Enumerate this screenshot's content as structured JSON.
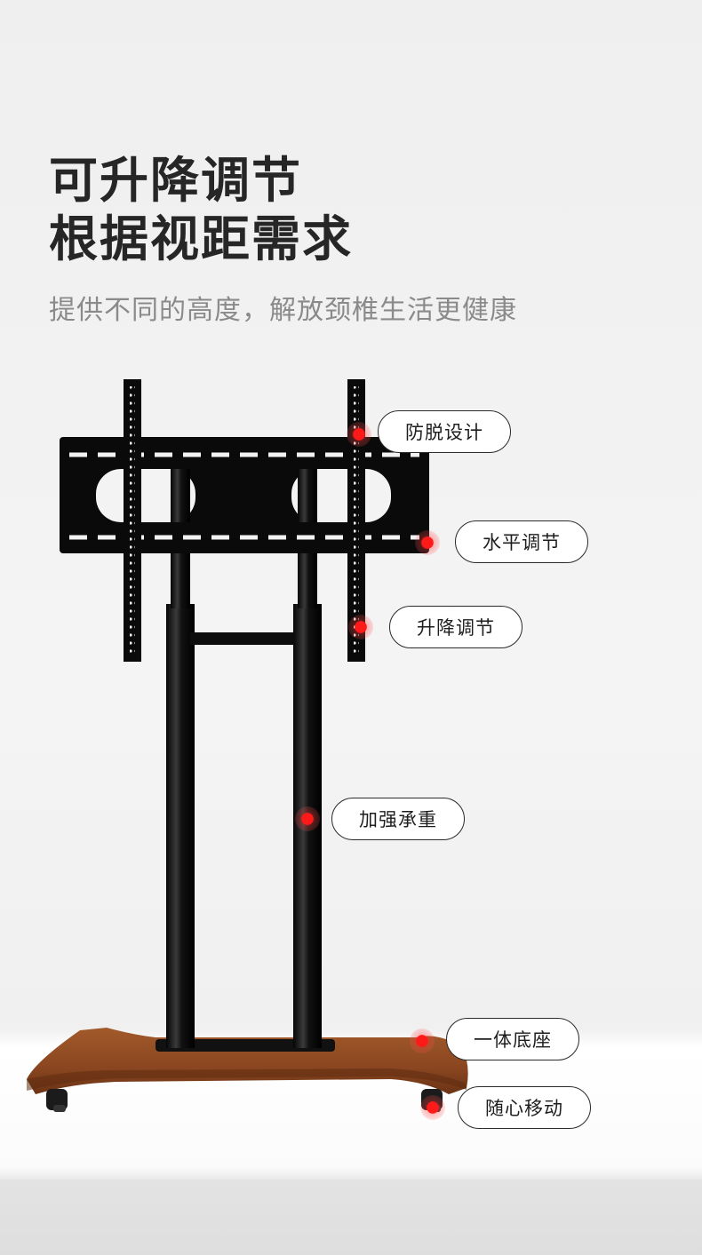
{
  "headline": {
    "line1": "可升降调节",
    "line2": "根据视距需求"
  },
  "subheadline": "提供不同的高度，解放颈椎生活更健康",
  "features": [
    {
      "label": "防脱设计"
    },
    {
      "label": "水平调节"
    },
    {
      "label": "升降调节"
    },
    {
      "label": "加强承重"
    },
    {
      "label": "一体底座"
    },
    {
      "label": "随心移动"
    }
  ],
  "colors": {
    "title": "#262626",
    "subtitle": "#8a8a8a",
    "accent_dot": "#ff1a1a",
    "wood_base": "#8a4a22",
    "metal": "#111111"
  },
  "icons": [
    "tv-floor-stand-illustration",
    "highlight-dot"
  ]
}
